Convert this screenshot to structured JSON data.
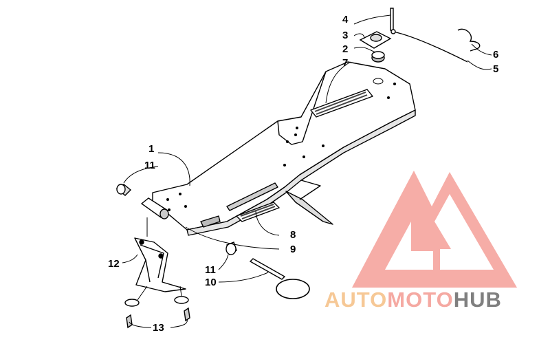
{
  "callouts": [
    {
      "id": "c1",
      "text": "1"
    },
    {
      "id": "c2",
      "text": "2"
    },
    {
      "id": "c3",
      "text": "3"
    },
    {
      "id": "c4",
      "text": "4"
    },
    {
      "id": "c5",
      "text": "5"
    },
    {
      "id": "c6",
      "text": "6"
    },
    {
      "id": "c7",
      "text": "7"
    },
    {
      "id": "c8",
      "text": "8"
    },
    {
      "id": "c9",
      "text": "9"
    },
    {
      "id": "c10",
      "text": "10"
    },
    {
      "id": "c11a",
      "text": "11"
    },
    {
      "id": "c11b",
      "text": "11"
    },
    {
      "id": "c12",
      "text": "12"
    },
    {
      "id": "c13",
      "text": "13"
    }
  ],
  "watermark": {
    "part1": "AUTO",
    "part2": "MOTO",
    "part3": "HUB",
    "colors": {
      "auto": "#f6c896",
      "moto": "#f5a9a2",
      "hub": "#7f7f7f",
      "logo": "#f5a9a2"
    }
  }
}
